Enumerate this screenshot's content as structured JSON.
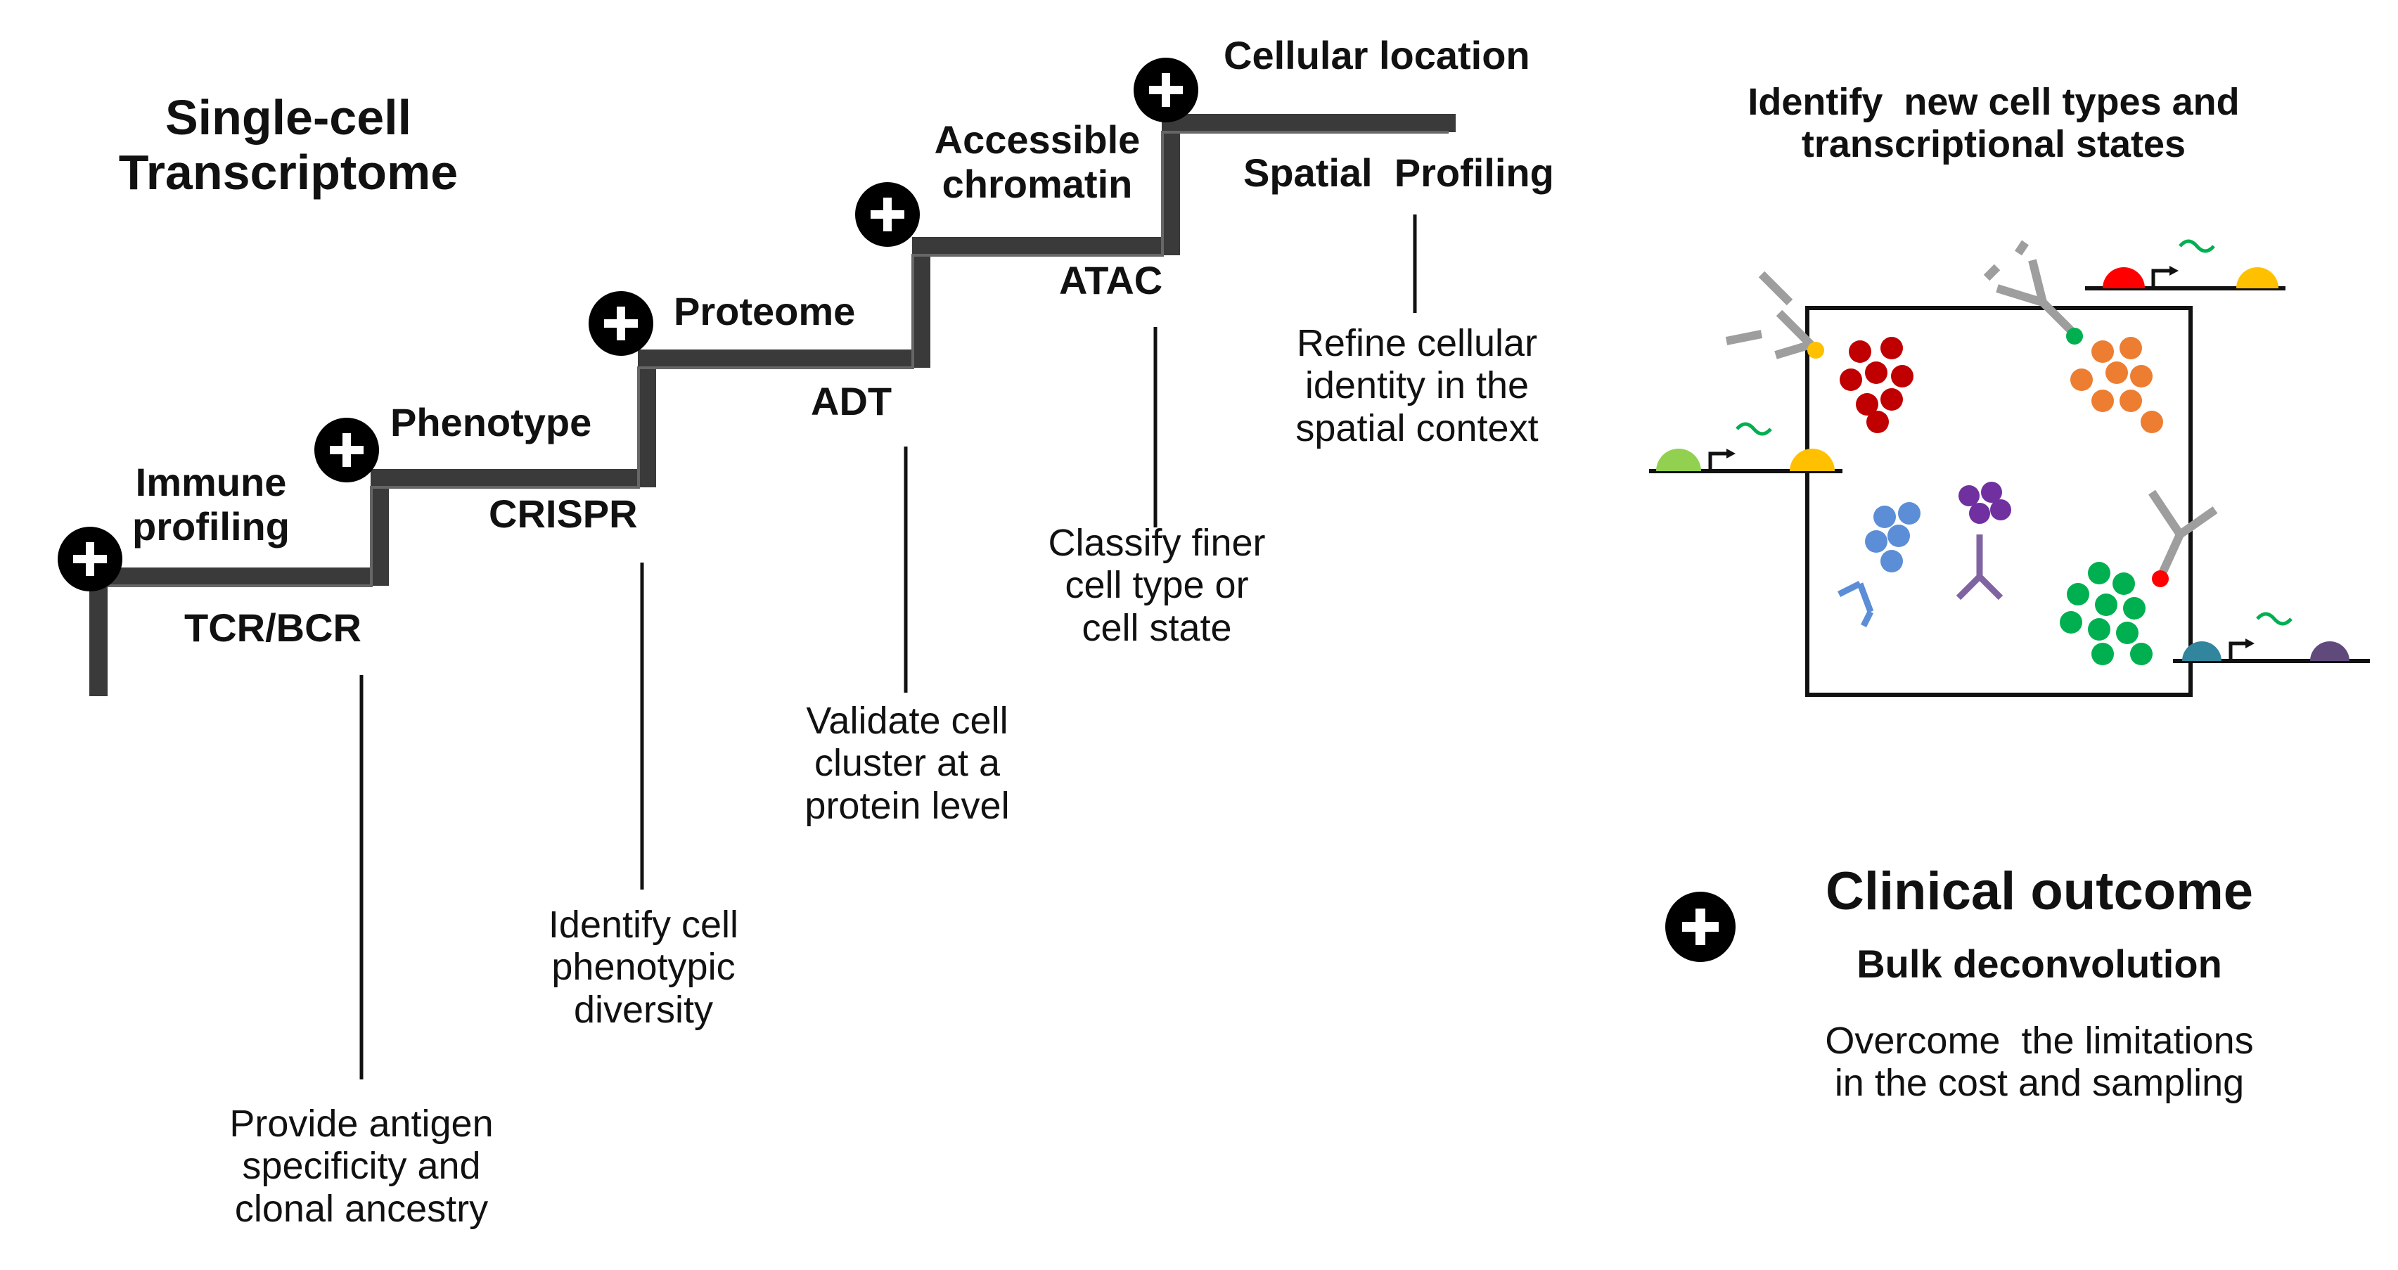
{
  "title": "Single-cell\nTranscriptome",
  "steps": [
    {
      "label": "Immune\nprofiling",
      "assay": "TCR/BCR",
      "description": "Provide antigen\nspecificity and\nclonal ancestry"
    },
    {
      "label": "Phenotype",
      "assay": "CRISPR",
      "description": "Identify cell\nphenotypic\ndiversity"
    },
    {
      "label": "Proteome",
      "assay": "ADT",
      "description": "Validate cell\ncluster at a\nprotein level"
    },
    {
      "label": "Accessible\nchromatin",
      "assay": "ATAC",
      "description": "Classify finer\ncell type or\ncell state"
    },
    {
      "label": "Cellular location",
      "assay": "Spatial  Profiling",
      "description": "Refine cellular\nidentity in the\nspatial context"
    }
  ],
  "right_panel": {
    "heading": "Identify  new cell types and\ntranscriptional states"
  },
  "clinical": {
    "title": "Clinical outcome",
    "subtitle": "Bulk deconvolution",
    "description": "Overcome  the limitations\nin the cost and sampling"
  },
  "colors": {
    "stair": "#3a3a3a",
    "stair_edge": "#555555",
    "plus_circle": "#000000",
    "antibody": "#9e9e9e",
    "cluster_red": "#c00000",
    "cluster_orange": "#ed7d31",
    "cluster_blue": "#5b8ed6",
    "cluster_purple": "#7030a0",
    "cluster_green": "#00b050",
    "gene_green": "#92d050",
    "gene_yellow": "#ffc000",
    "gene_red": "#ff0000",
    "gene_teal": "#31859c",
    "gene_purple": "#604a7b",
    "tilde_green": "#00b050"
  }
}
